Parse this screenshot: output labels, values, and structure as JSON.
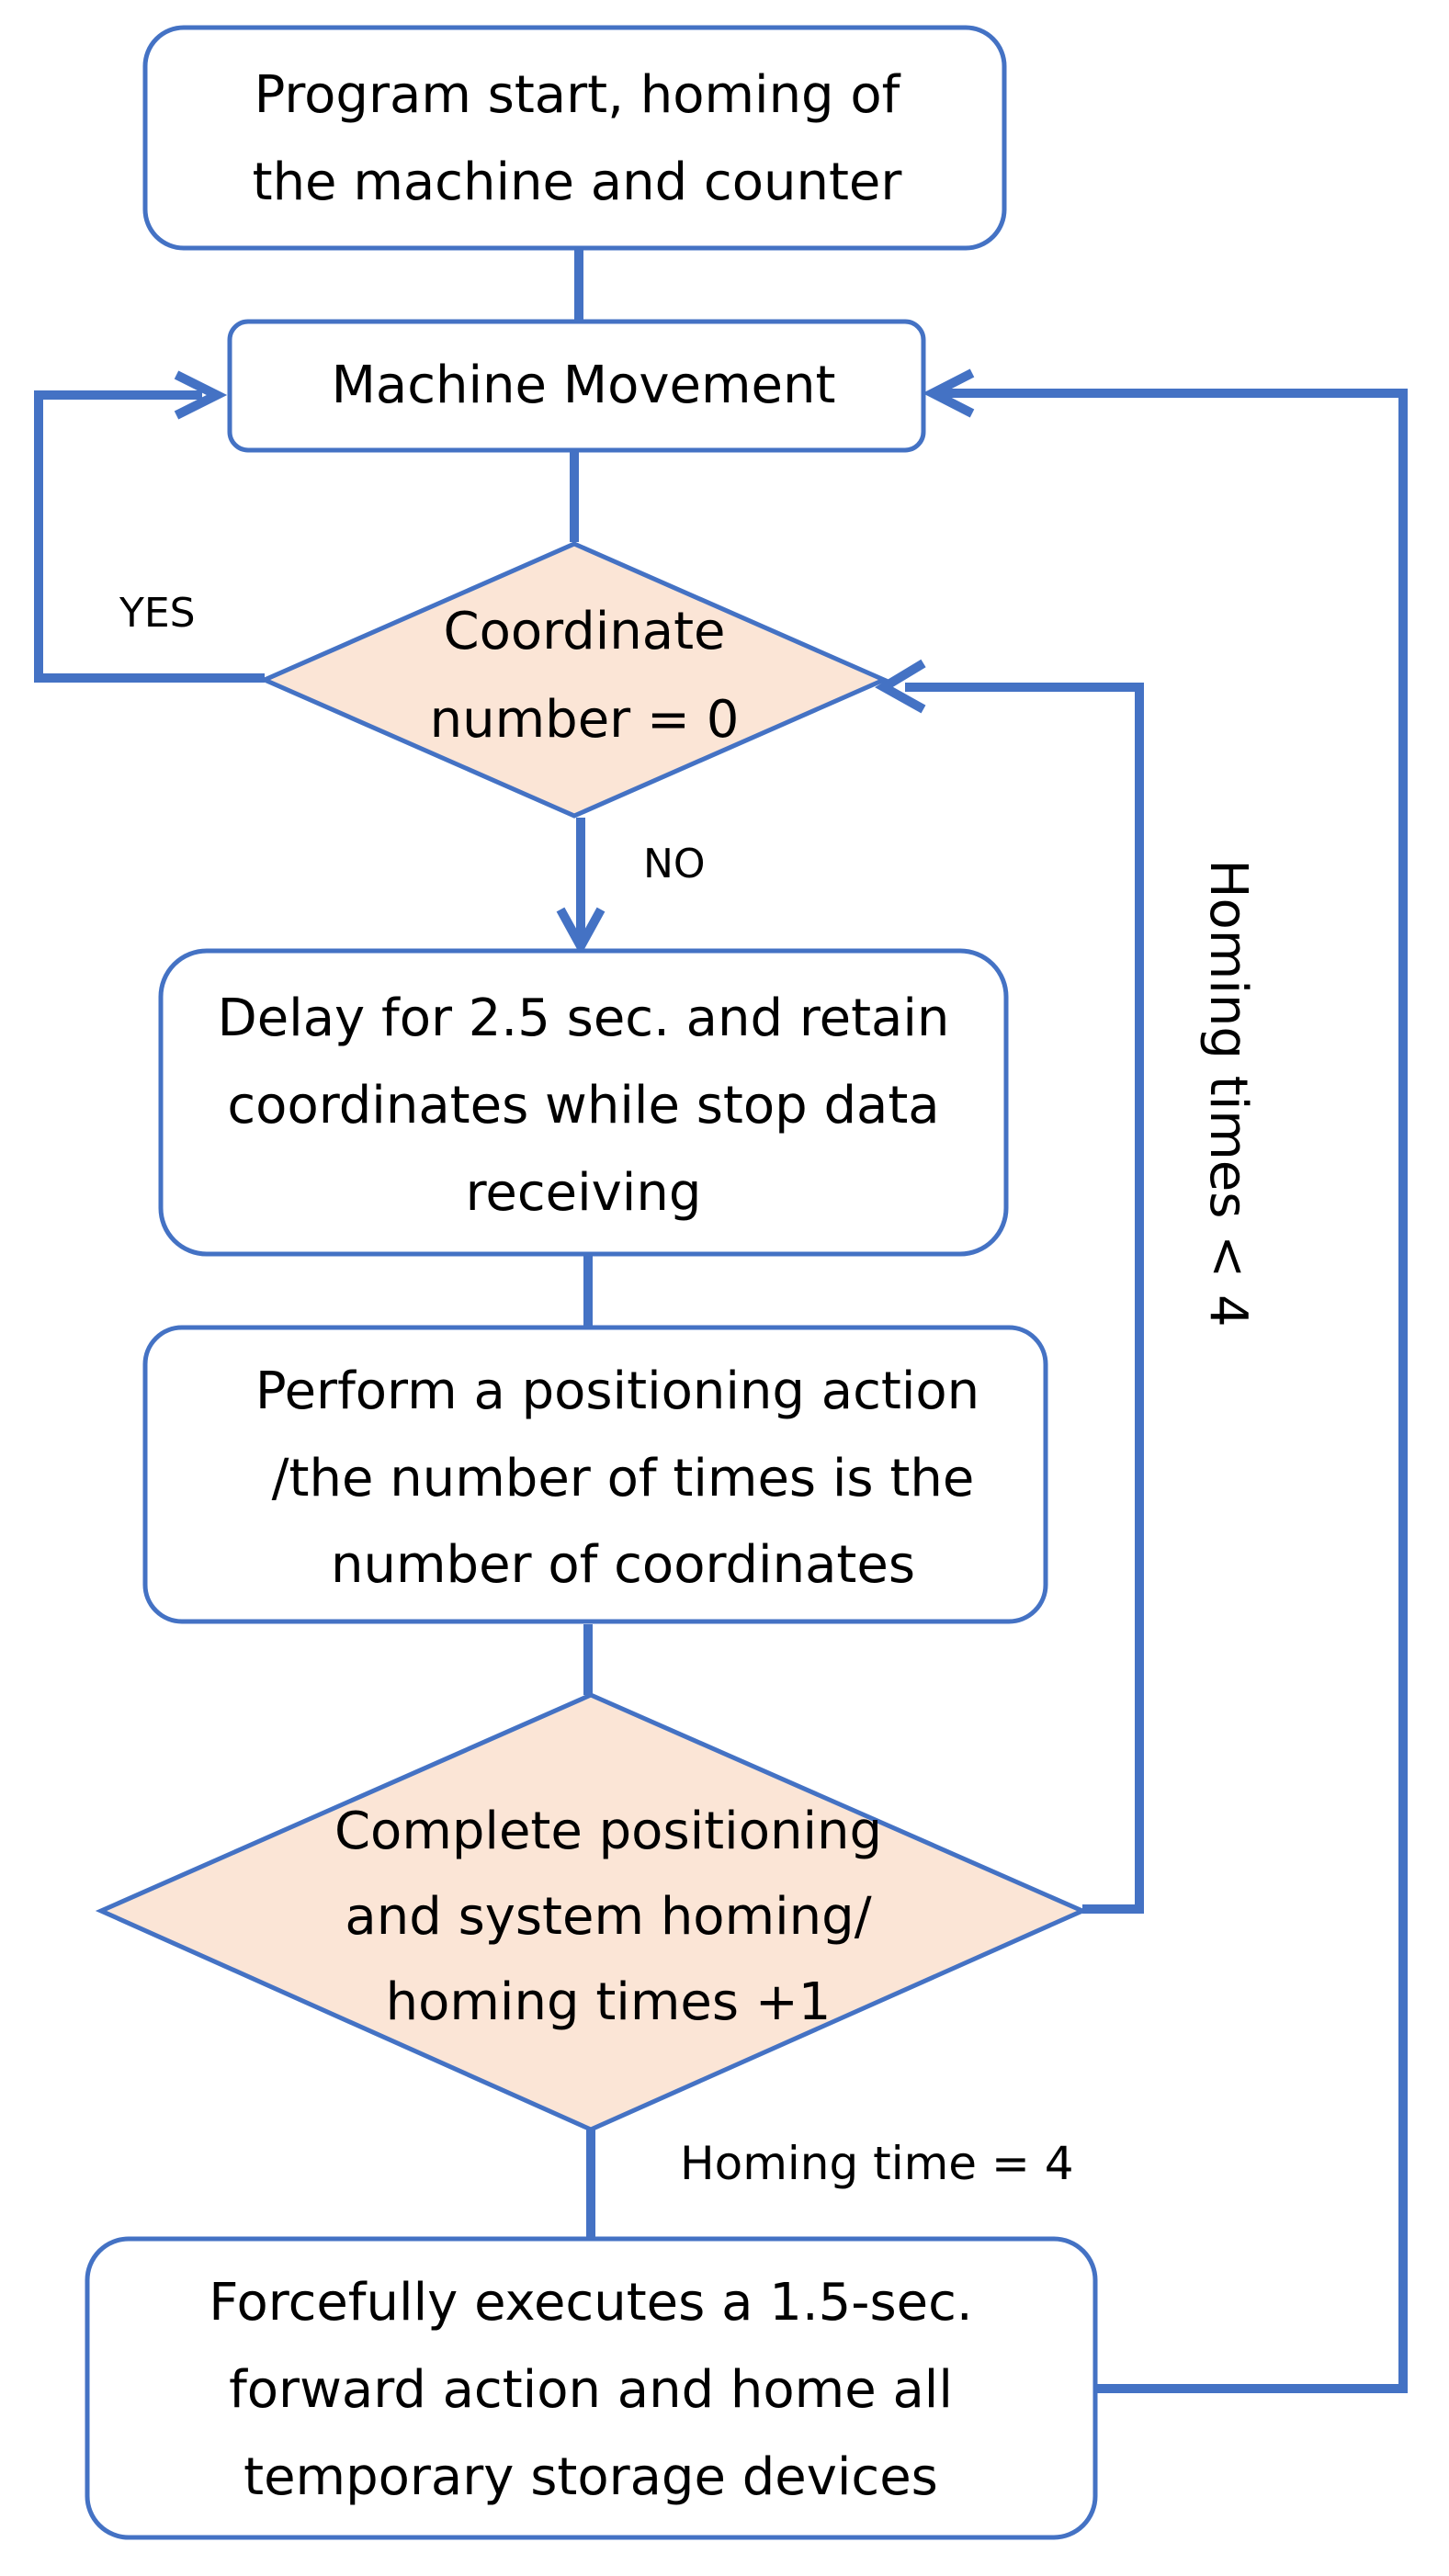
{
  "colors": {
    "line": "#4472C4",
    "box_fill": "#ffffff",
    "decision_fill": "#FBE5D6",
    "text": "#000000"
  },
  "nodes": {
    "start": {
      "line1": "Program start, homing of",
      "line2": "the machine and counter"
    },
    "movement": {
      "line1": "Machine Movement"
    },
    "decision_coord": {
      "line1": "Coordinate",
      "line2": "number = 0"
    },
    "delay": {
      "line1": "Delay for 2.5 sec. and retain",
      "line2": "coordinates while stop data",
      "line3": "receiving"
    },
    "positioning": {
      "line1": "Perform a positioning action",
      "line2": "/the number of times is the",
      "line3": "number of coordinates"
    },
    "decision_homing": {
      "line1": "Complete positioning",
      "line2": "and system homing/",
      "line3": "homing times +1"
    },
    "forward": {
      "line1": "Forcefully executes a 1.5-sec.",
      "line2": "forward action and home all",
      "line3": "temporary storage devices"
    }
  },
  "edges": {
    "yes_label": "YES",
    "no_label": "NO",
    "homing_less_label": "Homing times < 4",
    "homing_equal_label": "Homing time = 4"
  }
}
